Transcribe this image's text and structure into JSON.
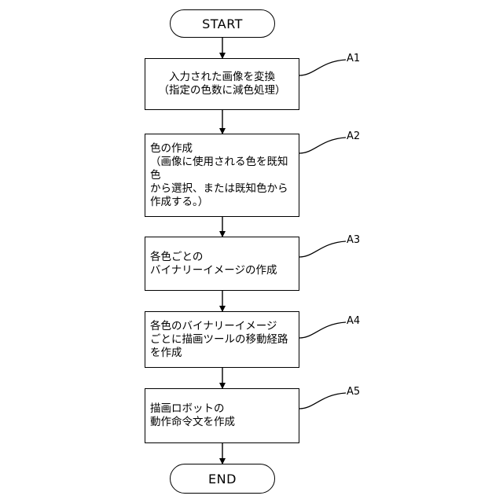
{
  "flowchart": {
    "start": "START",
    "end": "END",
    "steps": [
      {
        "id": "A1",
        "lines": [
          "入力された画像を変換",
          "（指定の色数に減色処理）"
        ]
      },
      {
        "id": "A2",
        "lines": [
          "色の作成",
          "（画像に使用される色を既知色",
          "から選択、または既知色から",
          "作成する。）"
        ]
      },
      {
        "id": "A3",
        "lines": [
          "各色ごとの",
          "バイナリーイメージの作成"
        ]
      },
      {
        "id": "A4",
        "lines": [
          "各色のバイナリーイメージ",
          "ごとに描画ツールの移動経路",
          "を作成"
        ]
      },
      {
        "id": "A5",
        "lines": [
          "描画ロボットの",
          "動作命令文を作成"
        ]
      }
    ]
  }
}
